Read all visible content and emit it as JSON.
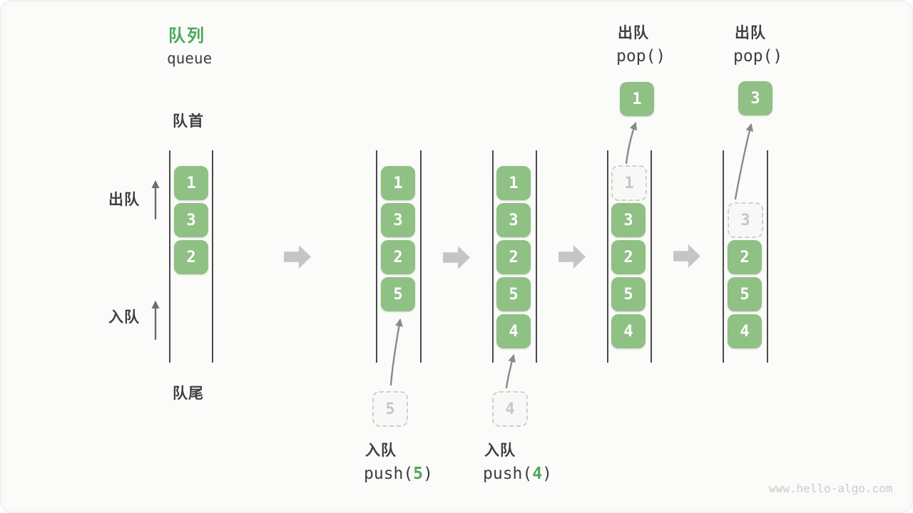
{
  "title": {
    "zh": "队列",
    "en": "queue"
  },
  "labels": {
    "front": "队首",
    "rear": "队尾",
    "dequeue": "出队",
    "enqueue": "入队"
  },
  "watermark": "www.hello-algo.com",
  "colors": {
    "green_box": "#8FC084",
    "accent_green": "#4CA85C",
    "ink": "#3C4045",
    "ghost": "#C6C6C6",
    "arrow": "#8A8A8A",
    "block_arrow": "#C5C5C5",
    "wall": "#4A4A4A",
    "bg": "#FBFBF9"
  },
  "steps": [
    {
      "cells": [
        "1",
        "3",
        "2"
      ]
    },
    {
      "cells": [
        "1",
        "3",
        "2",
        "5"
      ],
      "pending": "5",
      "op_zh": "入队",
      "op_pre": "push(",
      "op_arg": "5",
      "op_post": ")"
    },
    {
      "cells": [
        "1",
        "3",
        "2",
        "5",
        "4"
      ],
      "pending": "4",
      "op_zh": "入队",
      "op_pre": "push(",
      "op_arg": "4",
      "op_post": ")"
    },
    {
      "cells": [
        "3",
        "2",
        "5",
        "4"
      ],
      "ghost": "1",
      "popped": "1",
      "op_zh": "出队",
      "op_code": "pop()"
    },
    {
      "cells": [
        "2",
        "5",
        "4"
      ],
      "ghost": "3",
      "popped": "3",
      "op_zh": "出队",
      "op_code": "pop()"
    }
  ]
}
